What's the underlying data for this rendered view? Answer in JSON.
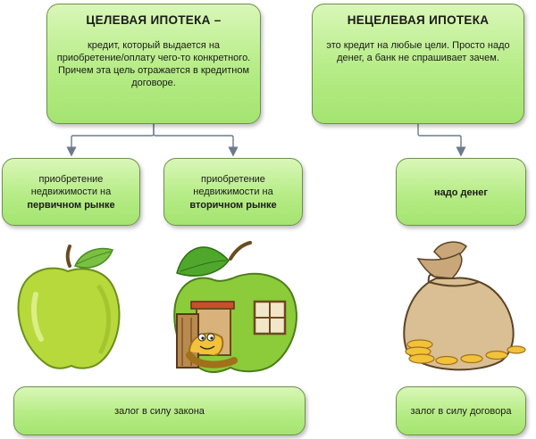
{
  "targeted": {
    "title": "ЦЕЛЕВАЯ ИПОТЕКА –",
    "description": "кредит, который выдается на приобретение/оплату чего-то конкретного. Причем эта цель отражается в кредитном договоре."
  },
  "untargeted": {
    "title": "НЕЦЕЛЕВАЯ ИПОТЕКА",
    "description": "это кредит на любые цели. Просто надо денег, а банк не спрашивает зачем."
  },
  "primary": {
    "text": "приобретение недвижимости на",
    "bold": "первичном рынке"
  },
  "secondary": {
    "text": "приобретение недвижимости на",
    "bold": "вторичном рынке"
  },
  "money": {
    "bold": "надо денег"
  },
  "pledge_law": "залог в силу закона",
  "pledge_contract": "залог в силу договора",
  "colors": {
    "box_fill": "#b6ec86",
    "box_border": "#6f8f4d",
    "arrow": "#6b7b8c"
  },
  "icons": [
    "green-apple-icon",
    "apple-house-icon",
    "money-bag-icon"
  ]
}
